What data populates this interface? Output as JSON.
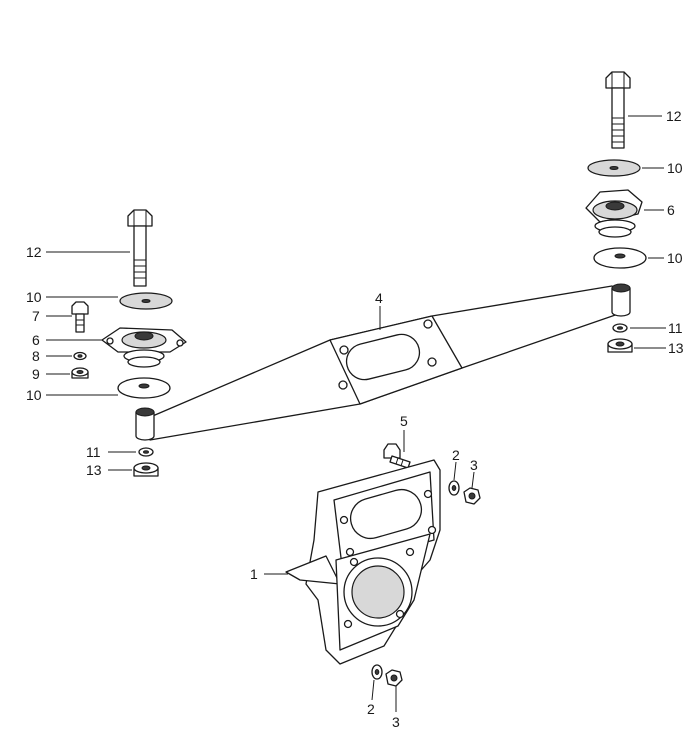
{
  "callouts": {
    "bolt_12_right": "12",
    "washer_10_right_top": "10",
    "mount_6_right": "6",
    "washer_10_right_bottom": "10",
    "crossmember_4": "4",
    "lockwasher_11_right": "11",
    "nut_13_right": "13",
    "bolt_12_left": "12",
    "washer_10_left_top": "10",
    "bolt_7": "7",
    "mount_6_left": "6",
    "lockwasher_8": "8",
    "nut_9": "9",
    "washer_10_left_bottom": "10",
    "lockwasher_11_left": "11",
    "nut_13_left": "13",
    "bolt_5": "5",
    "washer_2_top": "2",
    "nut_3_top": "3",
    "bracket_1": "1",
    "washer_2_bottom": "2",
    "nut_3_bottom": "3"
  }
}
